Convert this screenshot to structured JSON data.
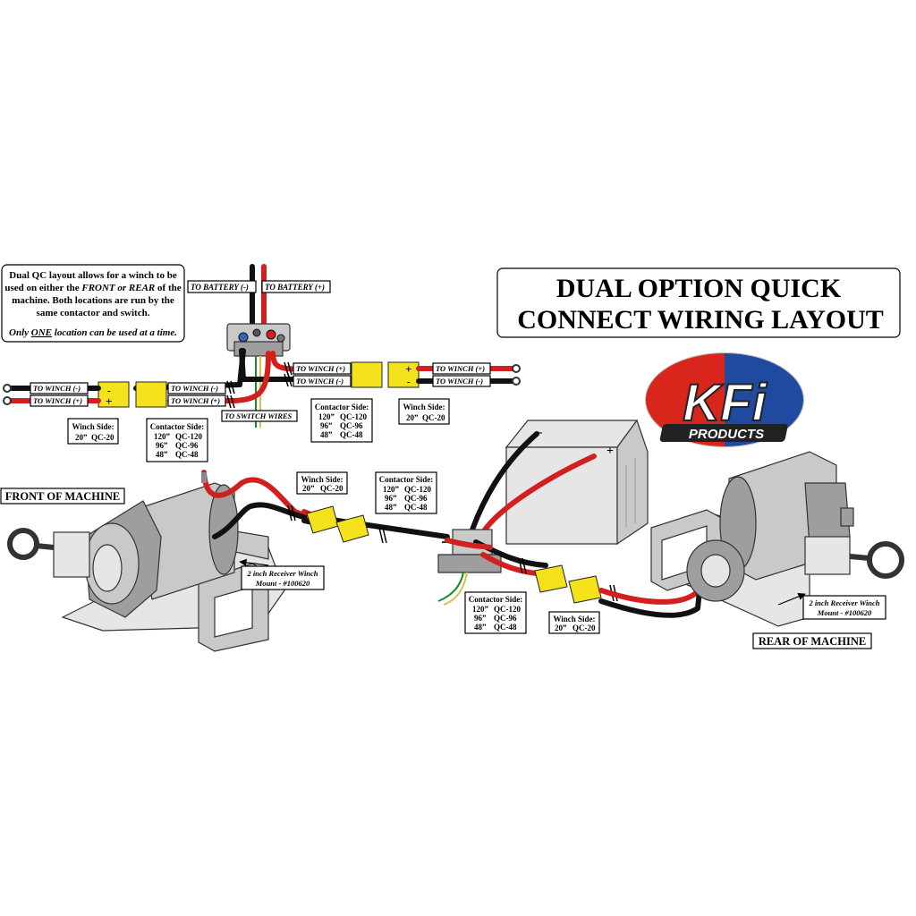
{
  "title": {
    "line1": "DUAL OPTION QUICK",
    "line2": "CONNECT WIRING LAYOUT"
  },
  "logo": {
    "mark": "KFi",
    "sub": "PRODUCTS"
  },
  "intro": {
    "line1": "Dual QC layout allows for a winch to be",
    "line2a": "used on either the ",
    "line2b": "FRONT",
    "line2c": " or ",
    "line2d": "REAR",
    "line2e": " of the",
    "line3": "machine. Both locations are run by the",
    "line4": "same contactor and switch.",
    "line5a": "Only ",
    "line5b": "ONE",
    "line5c": " location can be used at a time."
  },
  "wires": {
    "to_battery_neg": "TO BATTERY (-)",
    "to_battery_pos": "TO BATTERY (+)",
    "to_winch_neg": "TO WINCH (-)",
    "to_winch_pos": "TO WINCH (+)",
    "to_switch": "TO SWITCH WIRES"
  },
  "winch_side": {
    "title": "Winch Side:",
    "len": "20”",
    "code": "QC-20"
  },
  "contactor_side": {
    "title": "Contactor Side:",
    "rows": [
      {
        "len": "120”",
        "code": "QC-120"
      },
      {
        "len": "96”",
        "code": "QC-96"
      },
      {
        "len": "48”",
        "code": "QC-48"
      }
    ]
  },
  "locations": {
    "front": "FRONT OF MACHINE",
    "rear": "REAR OF MACHINE"
  },
  "mount": {
    "line1": "2 inch Receiver Winch",
    "line2": "Mount - #100620"
  },
  "battery": {
    "neg": "-",
    "pos": "+"
  },
  "plug_marks": {
    "neg": "-",
    "pos": "+"
  },
  "colors": {
    "red_wire": "#d21f1f",
    "black_wire": "#111111",
    "plug": "#f4e21c",
    "logo_red": "#d9261c",
    "logo_blue": "#1f4aa0"
  }
}
